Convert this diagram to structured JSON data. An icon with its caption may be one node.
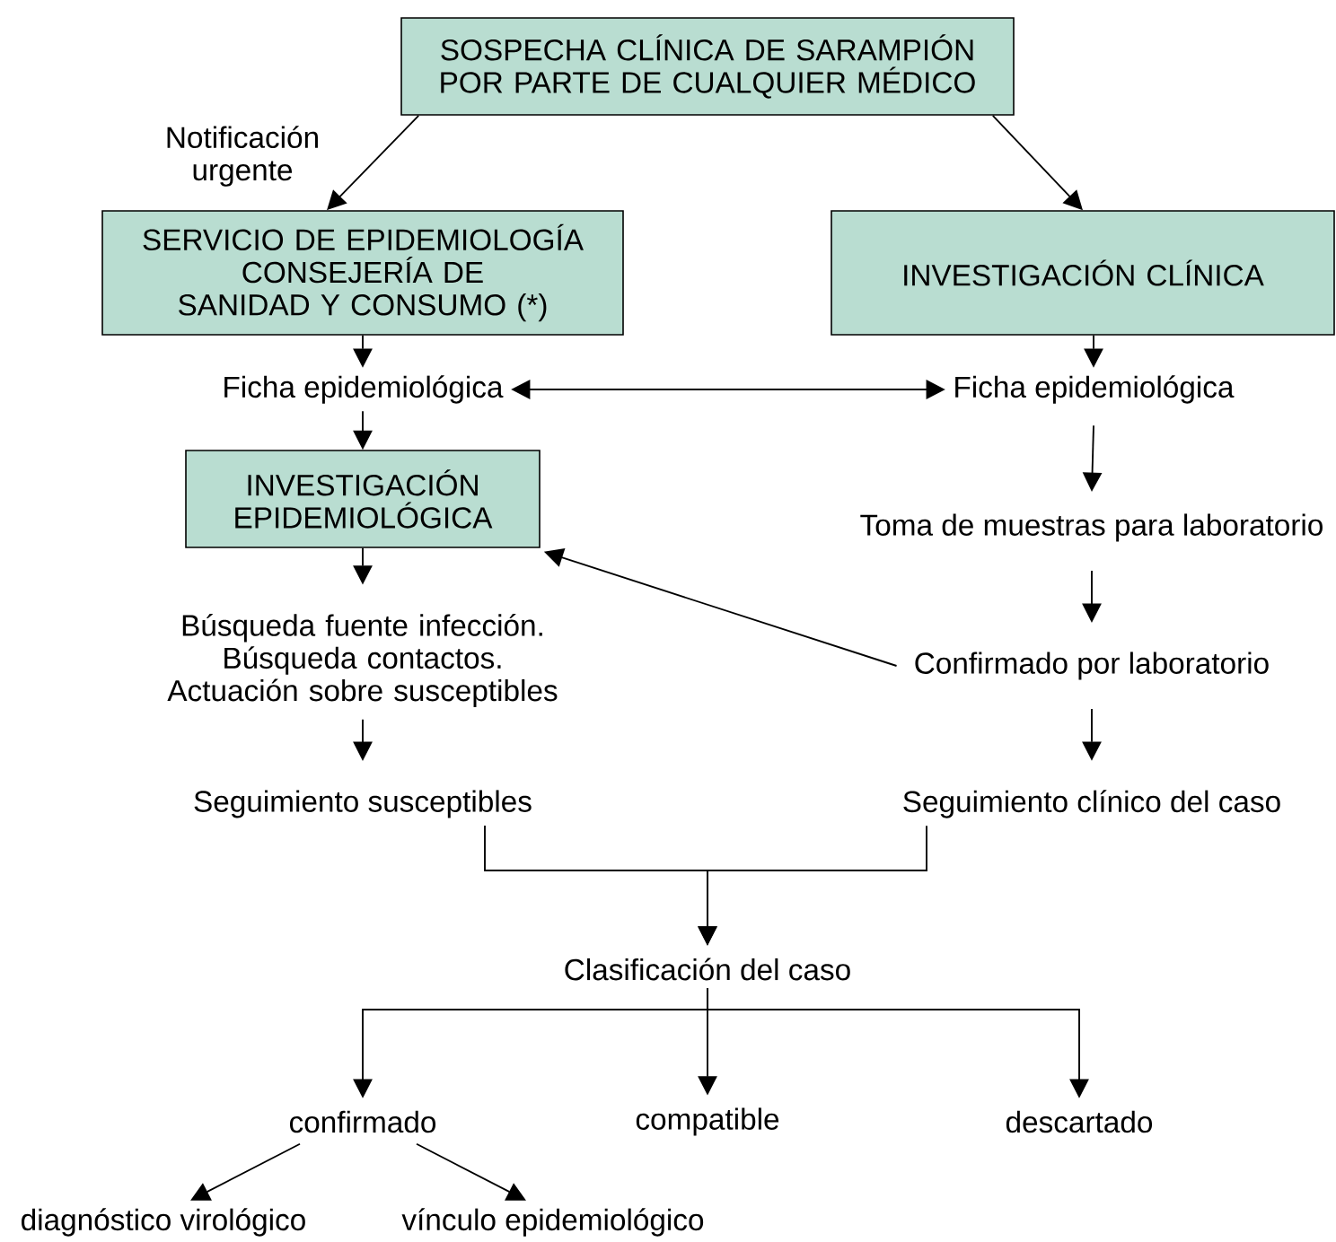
{
  "diagram": {
    "nodes": [
      {
        "text": [
          "SOSPECHA CLÍNICA DE SARAMPIÓN POR PARTE DE CUALQUIER MÉDICO"
        ]
      },
      {
        "text": [
          "SERVICIO DE EPIDEMIOLOGÍA CONSEJERÍA DE SANIDAD Y CONSUMO (*)"
        ]
      },
      {
        "text": [
          "INVESTIGACIÓN CLÍNICA"
        ]
      },
      {
        "text": [
          "Ficha epidemiológica"
        ]
      },
      {
        "text": [
          "Ficha epidemiológica"
        ]
      },
      {
        "text": [
          "INVESTIGACIÓN EPIDEMIOLÓGICA"
        ]
      },
      {
        "text": [
          "Toma de muestras para laboratorio"
        ]
      },
      {
        "text": [
          "Búsqueda fuente infección. Búsqueda contactos. Actuación sobre susceptibles"
        ]
      },
      {
        "text": [
          "Confirmado por laboratorio"
        ]
      },
      {
        "text": [
          "Seguimiento susceptibles"
        ]
      },
      {
        "text": [
          "Seguimiento clínico del caso"
        ]
      },
      {
        "text": [
          "Clasificación del caso"
        ]
      },
      {
        "text": [
          "confirmado"
        ]
      },
      {
        "text": [
          "compatible"
        ]
      },
      {
        "text": [
          "descartado"
        ]
      },
      {
        "text": [
          "diagnóstico virológico"
        ]
      },
      {
        "text": [
          "vínculo epidemiológico"
        ]
      }
    ],
    "edges": [
      {
        "from": 0,
        "to": 1,
        "arrow": "to",
        "label": "Notificación urgente"
      },
      {
        "from": 0,
        "to": 2,
        "arrow": "to"
      },
      {
        "from": 1,
        "to": 3,
        "arrow": "to"
      },
      {
        "from": 3,
        "to": 4,
        "arrow": "both"
      },
      {
        "from": 2,
        "to": 4,
        "arrow": "to"
      },
      {
        "from": 3,
        "to": 5,
        "arrow": "to"
      },
      {
        "from": 4,
        "to": 6,
        "arrow": "to"
      },
      {
        "from": 6,
        "to": 8,
        "arrow": "to"
      },
      {
        "from": 8,
        "to": 5,
        "arrow": "to"
      },
      {
        "from": 5,
        "to": 7,
        "arrow": "to"
      },
      {
        "from": 7,
        "to": 9,
        "arrow": "to"
      },
      {
        "from": 8,
        "to": 10,
        "arrow": "to"
      },
      {
        "from": 9,
        "to": 11,
        "arrow": "to"
      },
      {
        "from": 10,
        "to": 11,
        "arrow": "to"
      },
      {
        "from": 11,
        "to": 12,
        "arrow": "to"
      },
      {
        "from": 11,
        "to": 13,
        "arrow": "to"
      },
      {
        "from": 11,
        "to": 14,
        "arrow": "to"
      },
      {
        "from": 12,
        "to": 15,
        "arrow": "to"
      },
      {
        "from": 12,
        "to": 16,
        "arrow": "to"
      }
    ]
  }
}
